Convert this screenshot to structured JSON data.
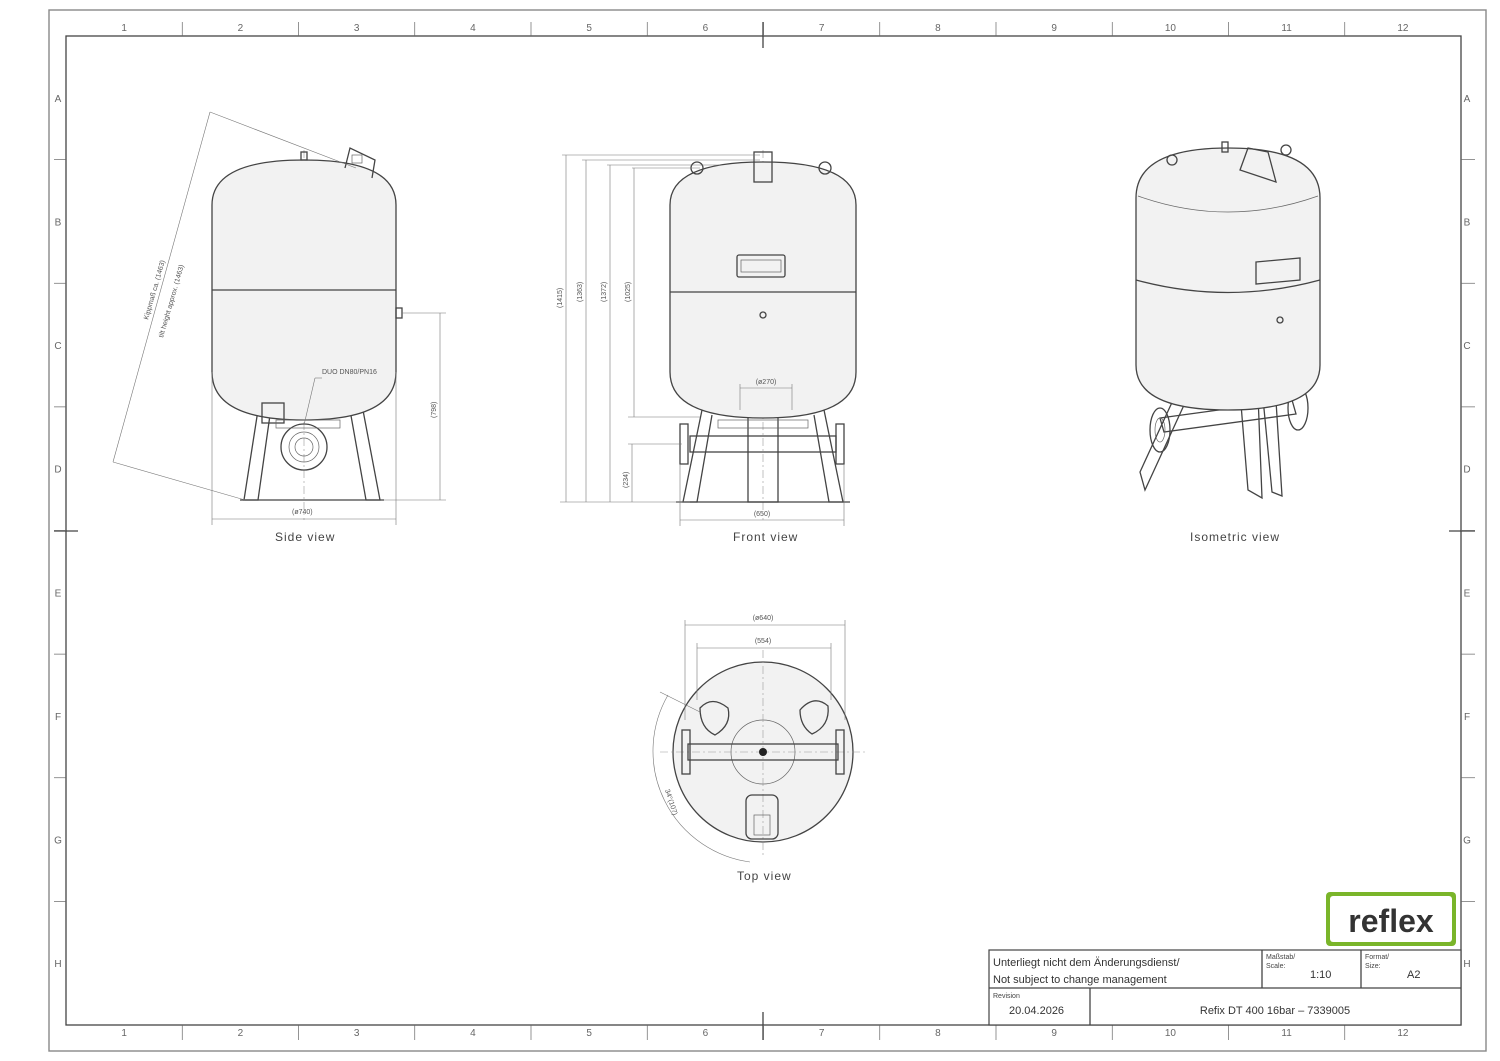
{
  "border": {
    "columns": [
      "1",
      "2",
      "3",
      "4",
      "5",
      "6",
      "7",
      "8",
      "9",
      "10",
      "11",
      "12"
    ],
    "rows": [
      "A",
      "B",
      "C",
      "D",
      "E",
      "F",
      "G",
      "H"
    ]
  },
  "views": {
    "side": "Side view",
    "front": "Front view",
    "isometric": "Isometric view",
    "top": "Top view"
  },
  "dimensions": {
    "side_diag_1": "Kippmaß ca. (1463)",
    "side_diag_2": "tilt height approx. (1463)",
    "side_port": "DUO DN80/PN16",
    "side_height": "(798)",
    "side_width": "(ø740)",
    "front_h1": "(1415)",
    "front_h2": "(1363)",
    "front_h3": "(1372)",
    "front_h4": "(1025)",
    "front_h5": "(234)",
    "front_d270": "(ø270)",
    "front_width": "(650)",
    "top_d640": "(ø640)",
    "top_554": "(554)",
    "top_angle": "34°(107)"
  },
  "logo": "reflex",
  "title_block": {
    "notice_de": "Unterliegt nicht dem Änderungsdienst/",
    "notice_en": "Not subject to change management",
    "scale_label_de": "Maßstab/",
    "scale_label_en": "Scale:",
    "scale": "1:10",
    "format_label_de": "Format/",
    "format_label_en": "Size:",
    "format": "A2",
    "revision_label": "Revision",
    "revision_date": "20.04.2026",
    "part": "Refix DT 400 16bar – 7339005"
  },
  "colors": {
    "logo_green": "#7ab52a",
    "ink": "#444444"
  }
}
